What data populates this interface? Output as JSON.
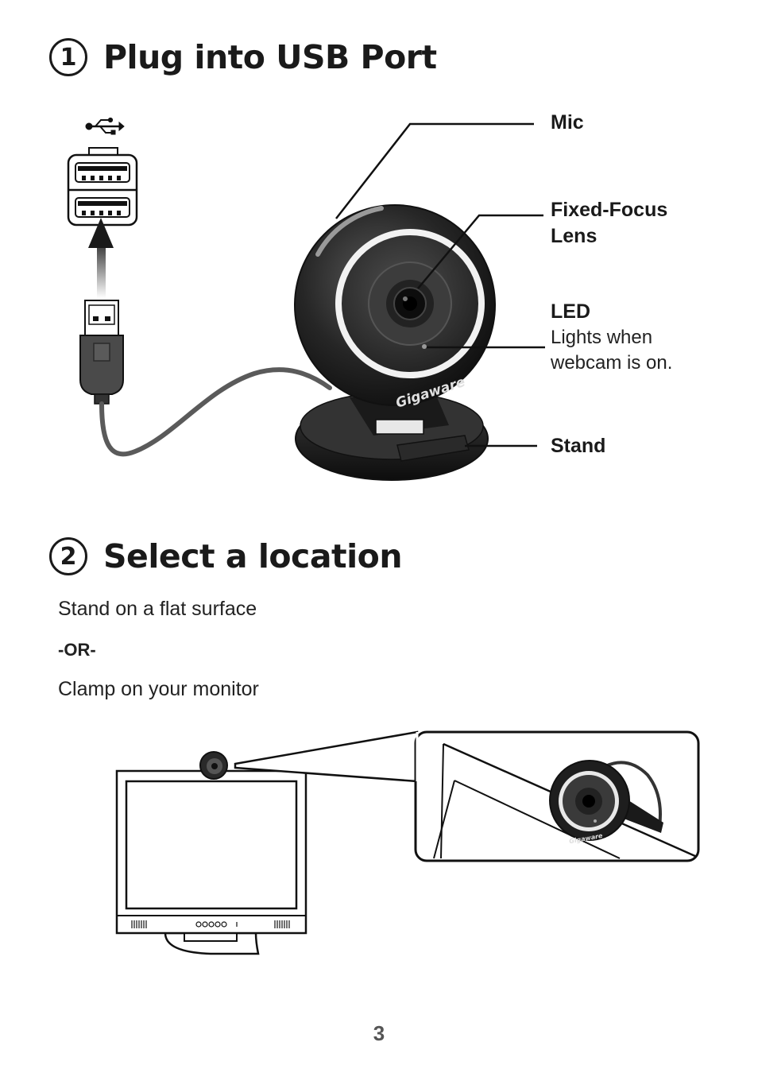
{
  "step1": {
    "number": "1",
    "title": "Plug into USB Port"
  },
  "callouts": {
    "mic": "Mic",
    "lens": "Fixed-Focus Lens",
    "led": "LED",
    "led_desc": "Lights when webcam is on.",
    "stand": "Stand"
  },
  "webcam_brand": "Gigaware",
  "step2": {
    "number": "2",
    "title": "Select a location",
    "line1": "Stand on a flat surface",
    "line2": "-OR-",
    "line3": "Clamp on your monitor"
  },
  "icons": [
    "usb-icon",
    "up-arrow-icon"
  ],
  "page_number": "3"
}
